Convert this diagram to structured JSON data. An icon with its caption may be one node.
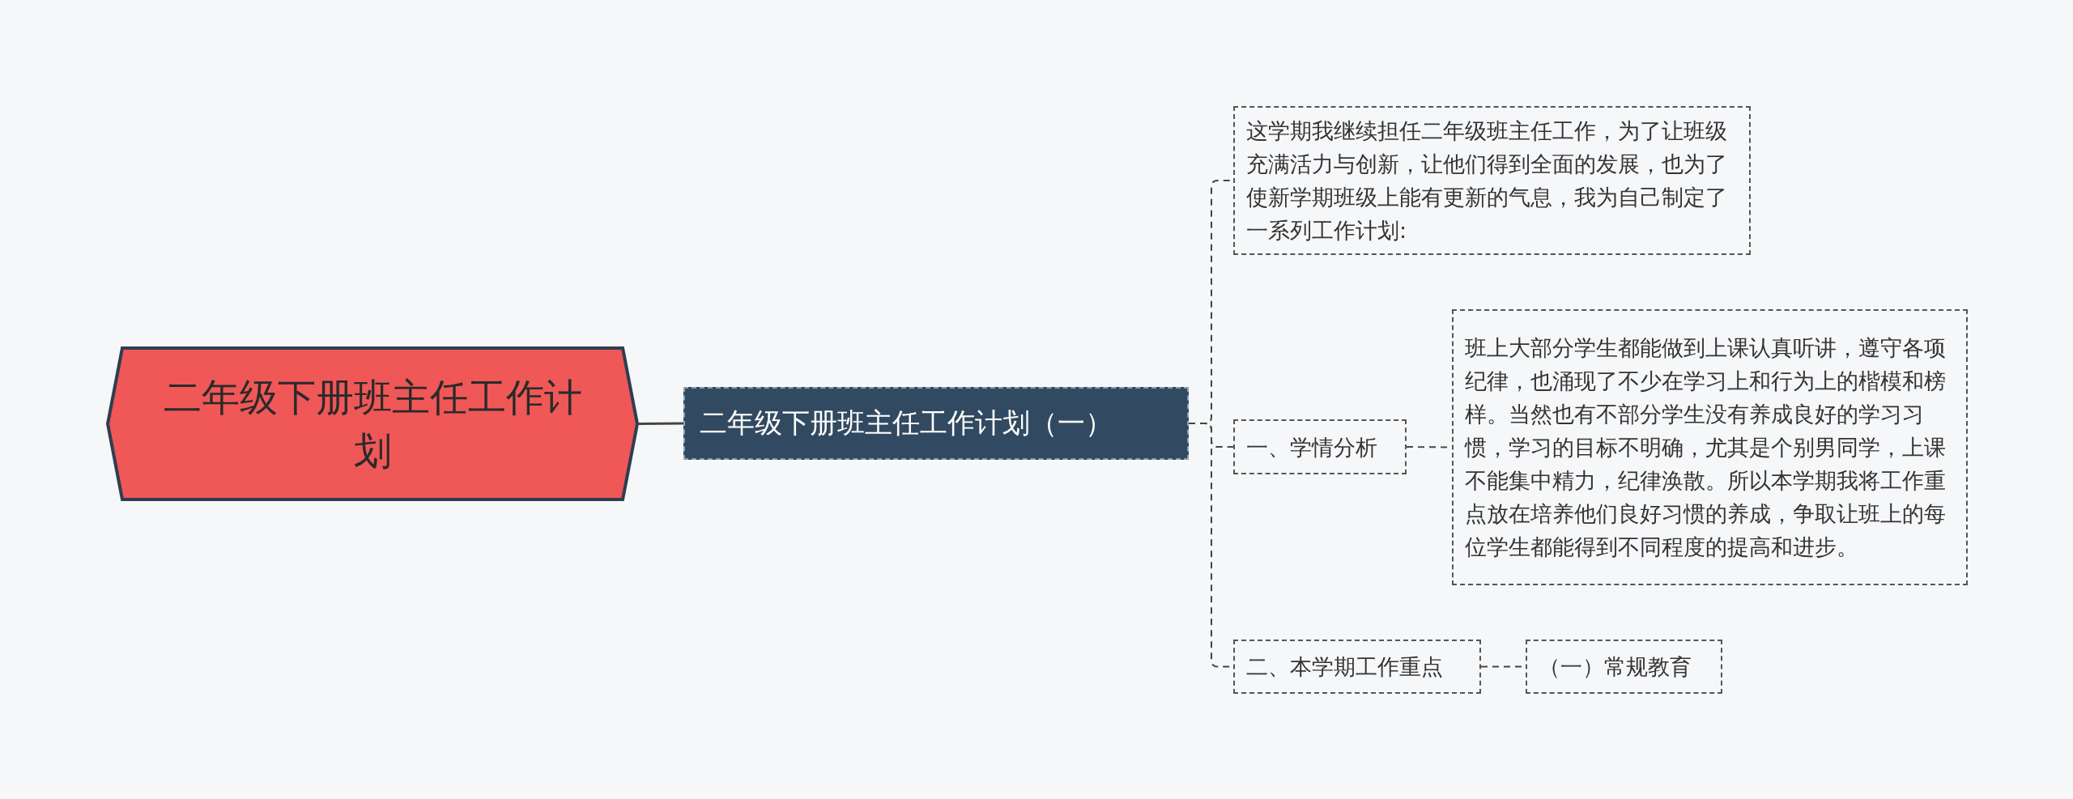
{
  "diagram": {
    "nodes": [
      {
        "text": [
          "二年级下册班主任工作计划"
        ]
      },
      {
        "text": [
          "二年级下册班主任工作计划（一）"
        ]
      },
      {
        "text": [
          "这学期我继续担任二年级班主任工作，为了让班级充满活力与创新，让他们得到全面的发展，也为了使新学期班级上能有更新的气息，我为自己制定了一系列工作计划:"
        ]
      },
      {
        "text": [
          "一、学情分析"
        ]
      },
      {
        "text": [
          "班上大部分学生都能做到上课认真听讲，遵守各项纪律，也涌现了不少在学习上和行为上的楷模和榜样。当然也有不部分学生没有养成良好的学习习惯，学习的目标不明确，尤其是个别男同学，上课不能集中精力，纪律涣散。所以本学期我将工作重点放在培养他们良好习惯的养成，争取让班上的每位学生都能得到不同程度的提高和进步。"
        ]
      },
      {
        "text": [
          "二、本学期工作重点"
        ]
      },
      {
        "text": [
          "（一）常规教育"
        ]
      }
    ],
    "edges": [
      {
        "from": 0,
        "to": 1,
        "arrow": "none"
      },
      {
        "from": 1,
        "to": 2,
        "arrow": "none",
        "style": "dashed"
      },
      {
        "from": 1,
        "to": 3,
        "arrow": "none",
        "style": "dashed"
      },
      {
        "from": 1,
        "to": 5,
        "arrow": "none",
        "style": "dashed"
      },
      {
        "from": 3,
        "to": 4,
        "arrow": "none",
        "style": "dashed"
      },
      {
        "from": 5,
        "to": 6,
        "arrow": "none",
        "style": "dashed"
      }
    ]
  }
}
